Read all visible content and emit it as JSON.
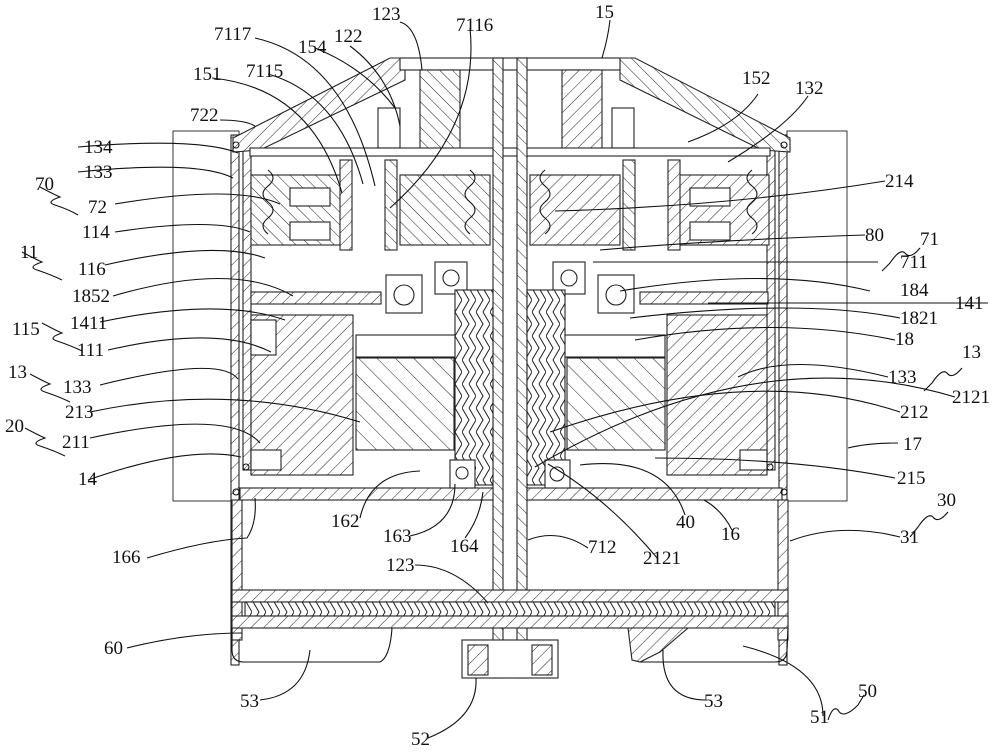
{
  "figure": {
    "type": "patent cross-section drawing",
    "colors": {
      "line": "#111111",
      "background": "#ffffff"
    }
  },
  "labels": [
    {
      "id": "l123top",
      "text": "123"
    },
    {
      "id": "l15",
      "text": "15"
    },
    {
      "id": "l7117",
      "text": "7117"
    },
    {
      "id": "l154",
      "text": "154"
    },
    {
      "id": "l122",
      "text": "122"
    },
    {
      "id": "l7116",
      "text": "7116"
    },
    {
      "id": "l151",
      "text": "151"
    },
    {
      "id": "l7115",
      "text": "7115"
    },
    {
      "id": "l152",
      "text": "152"
    },
    {
      "id": "l132",
      "text": "132"
    },
    {
      "id": "l722",
      "text": "722"
    },
    {
      "id": "l134",
      "text": "134"
    },
    {
      "id": "l133a",
      "text": "133"
    },
    {
      "id": "l70",
      "text": "70"
    },
    {
      "id": "l72",
      "text": "72"
    },
    {
      "id": "l214",
      "text": "214"
    },
    {
      "id": "l114",
      "text": "114"
    },
    {
      "id": "l80",
      "text": "80"
    },
    {
      "id": "l71",
      "text": "71"
    },
    {
      "id": "l11",
      "text": "11"
    },
    {
      "id": "l116",
      "text": "116"
    },
    {
      "id": "l711",
      "text": "711"
    },
    {
      "id": "l1852",
      "text": "1852"
    },
    {
      "id": "l184",
      "text": "184"
    },
    {
      "id": "l141",
      "text": "141"
    },
    {
      "id": "l1411",
      "text": "1411"
    },
    {
      "id": "l1821",
      "text": "1821"
    },
    {
      "id": "l115",
      "text": "115"
    },
    {
      "id": "l111",
      "text": "111"
    },
    {
      "id": "l18",
      "text": "18"
    },
    {
      "id": "l13a",
      "text": "13"
    },
    {
      "id": "l133b",
      "text": "133"
    },
    {
      "id": "l13b",
      "text": "13"
    },
    {
      "id": "l133c",
      "text": "133"
    },
    {
      "id": "l213",
      "text": "213"
    },
    {
      "id": "l2121a",
      "text": "2121"
    },
    {
      "id": "l20",
      "text": "20"
    },
    {
      "id": "l211",
      "text": "211"
    },
    {
      "id": "l212",
      "text": "212"
    },
    {
      "id": "l17",
      "text": "17"
    },
    {
      "id": "l14",
      "text": "14"
    },
    {
      "id": "l215",
      "text": "215"
    },
    {
      "id": "l30",
      "text": "30"
    },
    {
      "id": "l162",
      "text": "162"
    },
    {
      "id": "l40",
      "text": "40"
    },
    {
      "id": "l163",
      "text": "163"
    },
    {
      "id": "l16",
      "text": "16"
    },
    {
      "id": "l31",
      "text": "31"
    },
    {
      "id": "l164",
      "text": "164"
    },
    {
      "id": "l166",
      "text": "166"
    },
    {
      "id": "l712",
      "text": "712"
    },
    {
      "id": "l2121b",
      "text": "2121"
    },
    {
      "id": "l123bot",
      "text": "123"
    },
    {
      "id": "l60",
      "text": "60"
    },
    {
      "id": "l53a",
      "text": "53"
    },
    {
      "id": "l53b",
      "text": "53"
    },
    {
      "id": "l51",
      "text": "51"
    },
    {
      "id": "l50",
      "text": "50"
    },
    {
      "id": "l52",
      "text": "52"
    }
  ]
}
